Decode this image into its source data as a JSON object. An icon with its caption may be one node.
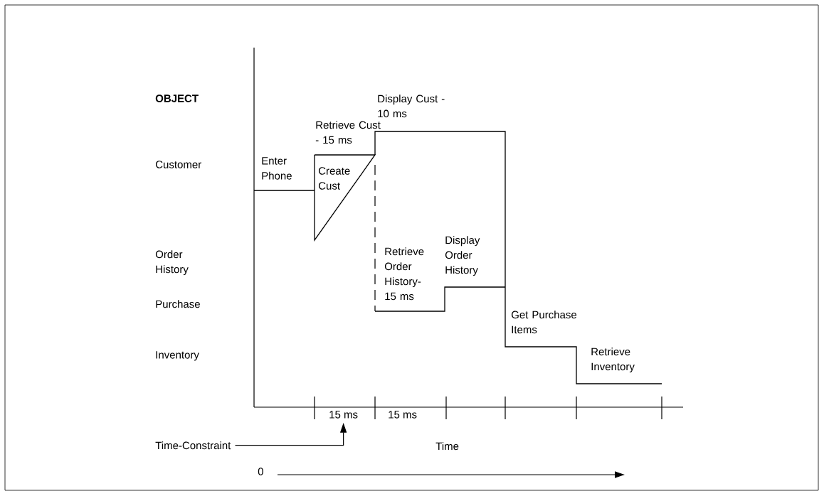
{
  "diagram": {
    "nodes": [
      {
        "text": [
          "Time-Constraint"
        ]
      },
      {
        "text": [
          "15 ms"
        ]
      }
    ],
    "edges": [
      {
        "from": 0,
        "to": 1,
        "arrow": "to"
      }
    ],
    "labels": [
      "OBJECT",
      "Display Cust - 10 ms",
      "Retrieve Cust - 15 ms",
      "Customer",
      "Enter Phone",
      "Create Cust",
      "Display Order History",
      "Order History",
      "Retrieve Order History- 15 ms",
      "Purchase",
      "Get Purchase Items",
      "Retrieve Inventory",
      "Inventory",
      "15 ms",
      "Time",
      "0"
    ]
  }
}
